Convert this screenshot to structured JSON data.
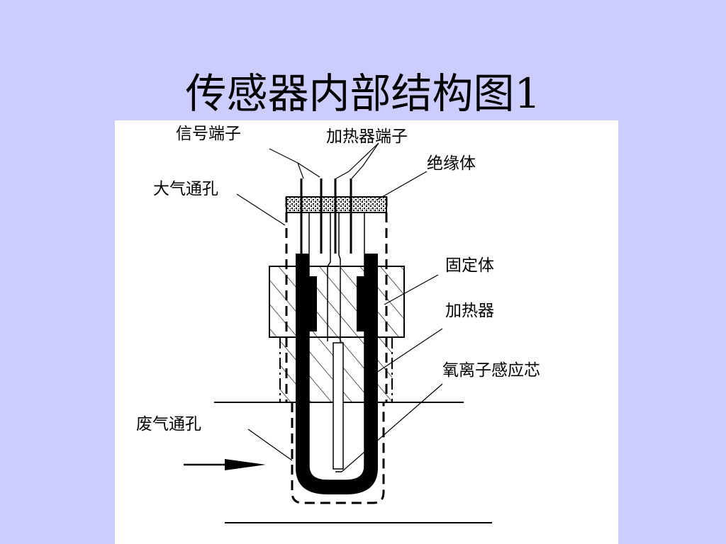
{
  "slide": {
    "title": "传感器内部结构图1",
    "background_color": "#ccccff"
  },
  "diagram": {
    "labels": {
      "signal_terminal": "信号端子",
      "heater_terminal": "加热器端子",
      "insulator": "绝缘体",
      "atmosphere_vent": "大气通孔",
      "fixing_body": "固定体",
      "heater": "加热器",
      "oxygen_ion_sensor_core": "氧离子感应芯",
      "exhaust_vent": "废气通孔"
    }
  }
}
